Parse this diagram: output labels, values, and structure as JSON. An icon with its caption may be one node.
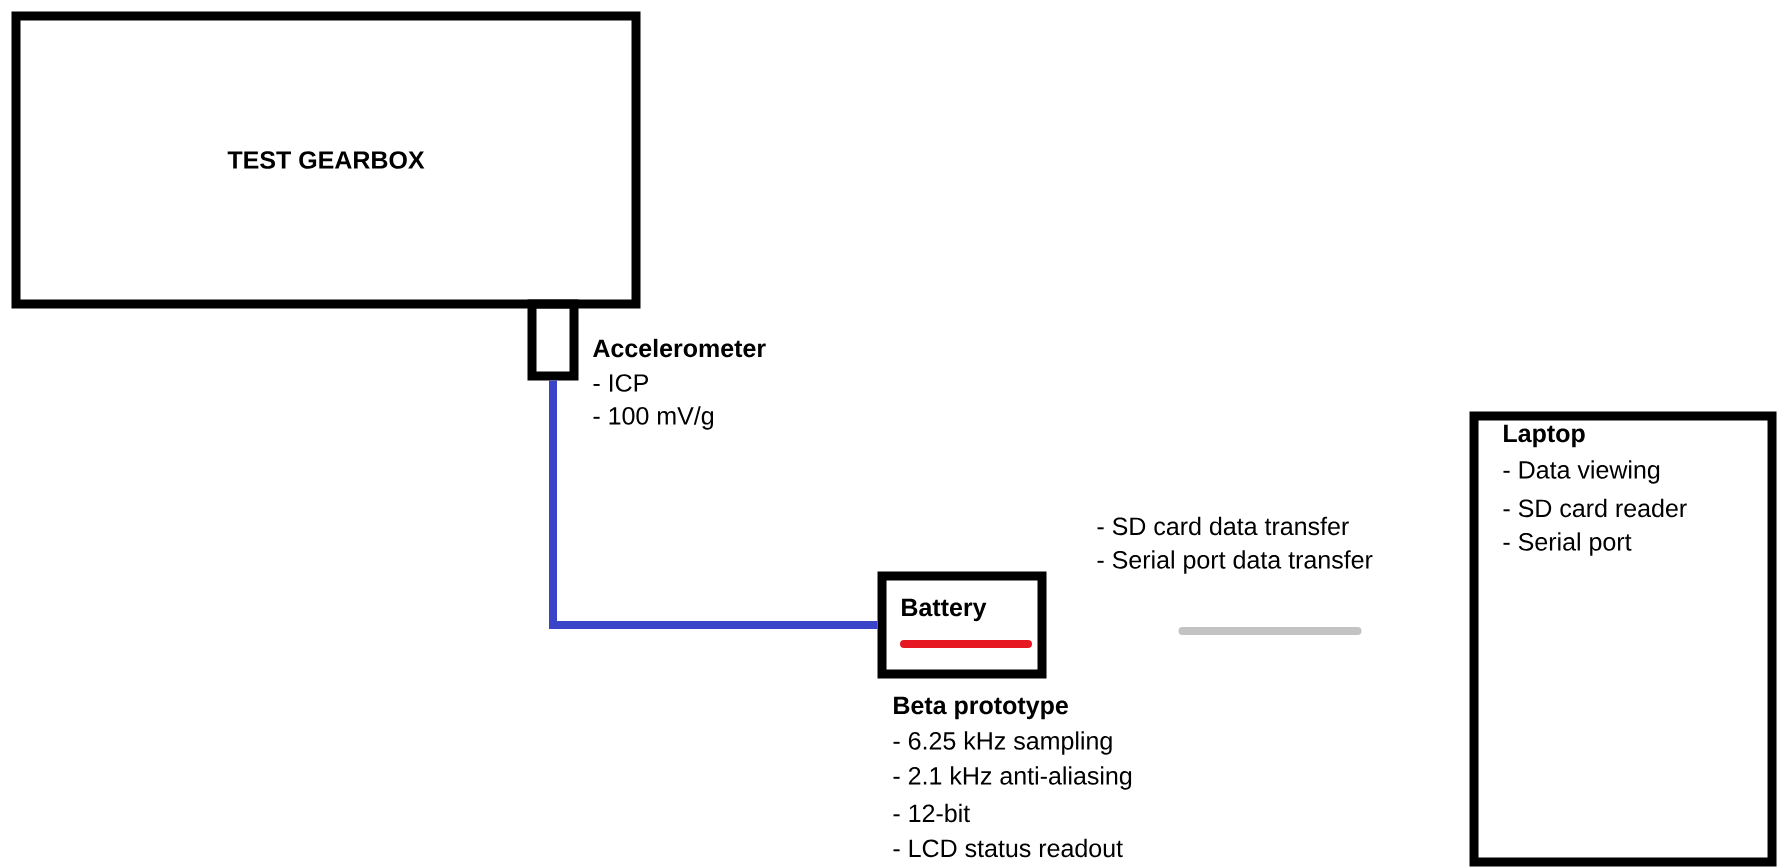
{
  "diagram": {
    "nodes": [
      {
        "text": [
          "TEST GEARBOX"
        ]
      },
      {
        "text": [],
        "shape": "box",
        "beside": [
          "Accelerometer",
          "- ICP",
          "- 100 mV/g"
        ]
      },
      {
        "text": [
          "Battery"
        ],
        "beside": [
          "Beta prototype",
          "- 6.25 kHz sampling",
          "- 2.1 kHz anti-aliasing",
          "- 12-bit",
          "- LCD status readout"
        ]
      },
      {
        "text": [
          "Laptop",
          "- Data viewing",
          "- SD card reader",
          "- Serial port"
        ]
      }
    ],
    "edges": [
      {
        "from": 1,
        "to": 2,
        "arrow": "none",
        "color": "#3a44c8"
      },
      {
        "from": 2,
        "to": 3,
        "arrow": "none",
        "color": "#c3c3c3"
      }
    ],
    "labels": [
      "- SD card data transfer",
      "- Serial port data transfer"
    ]
  }
}
